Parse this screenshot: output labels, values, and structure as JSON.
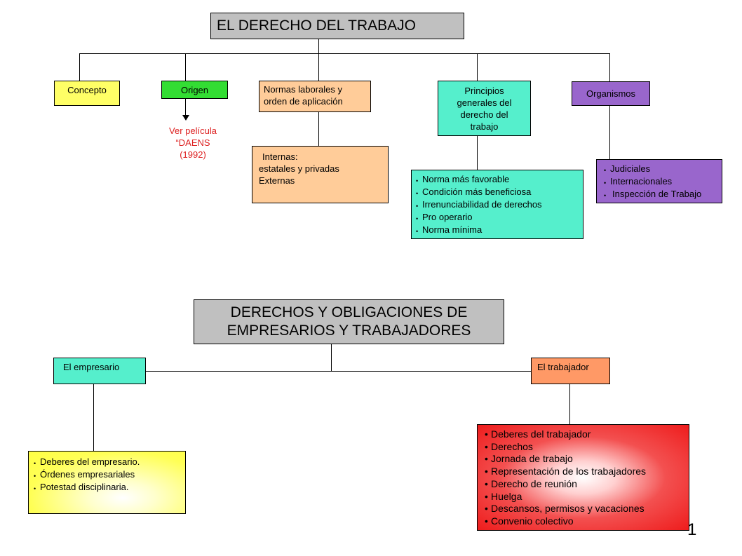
{
  "diagram1": {
    "title": "EL DERECHO DEL TRABAJO",
    "concepto": "Concepto",
    "origen": "Origen",
    "pelicula": [
      "Ver película",
      "“DAENS",
      "(1992)"
    ],
    "normas": [
      "Normas laborales y",
      "orden de aplicación"
    ],
    "internas": [
      "Internas:",
      "estatales y privadas",
      "Externas"
    ],
    "principios": [
      "Principios",
      "generales del",
      "derecho del",
      "trabajo"
    ],
    "principios_list": [
      "Norma más favorable",
      "Condición más beneficiosa",
      "Irrenunciabilidad de derechos",
      "Pro operario",
      "Norma mínima"
    ],
    "organismos": "Organismos",
    "organismos_list": [
      "Judiciales",
      "Internacionales",
      "Inspección de Trabajo"
    ]
  },
  "diagram2": {
    "title": [
      "DERECHOS Y OBLIGACIONES DE",
      "EMPRESARIOS Y TRABAJADORES"
    ],
    "empresario": "El empresario",
    "trabajador": "El trabajador",
    "empresario_list": [
      "Deberes del empresario.",
      "Órdenes empresariales",
      "Potestad disciplinaria."
    ],
    "trabajador_list": [
      "Deberes del trabajador",
      "Derechos",
      "Jornada de trabajo",
      "Representación de los trabajadores",
      "Derecho de reunión",
      "Huelga",
      "Descansos, permisos y vacaciones",
      "Convenio colectivo"
    ]
  },
  "page_number": "1",
  "colors": {
    "gray": "#c0c0c0",
    "yellow": "#ffff66",
    "green": "#33dd33",
    "peach": "#ffcc99",
    "teal": "#55efcc",
    "purple": "#9966cc",
    "orange": "#ff9966",
    "red": "#ee1c1c",
    "link_red": "#dd2222"
  }
}
